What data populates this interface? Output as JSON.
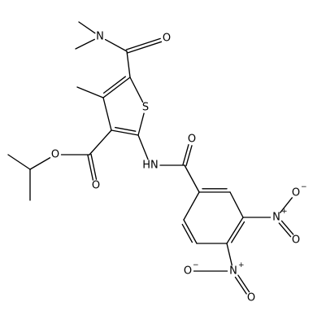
{
  "molecule": {
    "atoms": {
      "n_amide_top": "N",
      "o_amide_top": "O",
      "s_thiophene": "S",
      "o_amide_right": "O",
      "o_ester_single": "O",
      "o_ester_double": "O",
      "nh_amide": "HN",
      "n_nitro_right": "N",
      "n_nitro_bottom": "N",
      "o_nitro_right_top": "O",
      "o_nitro_right_bottom": "O",
      "o_nitro_bottom_left": "O",
      "o_nitro_bottom_right": "O"
    },
    "charges": {
      "n_nitro_right": "+",
      "n_nitro_bottom": "+",
      "o_nitro_right_top": "−",
      "o_nitro_bottom_left": "−"
    }
  }
}
